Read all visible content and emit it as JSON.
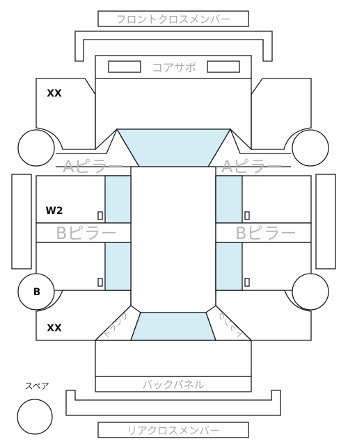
{
  "labels": {
    "front_cross_member": "フロントクロスメンバー",
    "core_support": "コアサポ",
    "a_pillar_left": "Aピラー",
    "a_pillar_right": "Aピラー",
    "b_pillar_left": "Bピラー",
    "b_pillar_right": "Bピラー",
    "trunk_left": "トランク",
    "trunk_right": "トランク",
    "back_panel": "バックパネル",
    "rear_cross_member": "リアクロスメンバー",
    "spare": "スペア"
  },
  "marks": {
    "front_left_fender": "XX",
    "left_front_door": "W2",
    "left_rear_wheel": "B",
    "rear_left_fender": "XX"
  }
}
